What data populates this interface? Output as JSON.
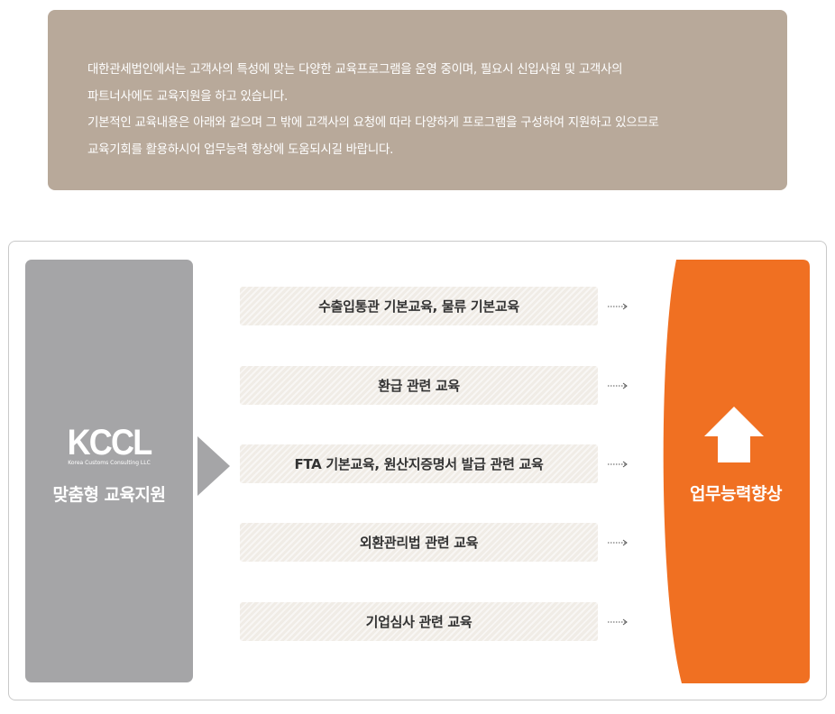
{
  "intro": {
    "lines": [
      "대한관세법인에서는 고객사의 특성에 맞는 다양한 교육프로그램을 운영 중이며, 필요시 신입사원 및 고객사의",
      "파트너사에도 교육지원을 하고 있습니다.",
      "기본적인 교육내용은 아래와 같으며 그 밖에 고객사의 요청에 따라 다양하게 프로그램을 구성하여 지원하고 있으므로",
      "교육기회를 활용하시어 업무능력 향상에 도움되시길 바랍니다."
    ]
  },
  "left": {
    "logo": "KCCL",
    "logo_sub": "Korea Customs Consulting LLC",
    "title": "맞춤형 교육지원"
  },
  "items": [
    {
      "label": "수출입통관 기본교육, 물류 기본교육"
    },
    {
      "label": "환급 관련 교육"
    },
    {
      "label": "FTA 기본교육, 원산지증명서 발급 관련 교육"
    },
    {
      "label": "외환관리법 관련 교육"
    },
    {
      "label": "기업심사 관련 교육"
    }
  ],
  "right": {
    "title": "업무능력향상"
  },
  "colors": {
    "intro_bg": "#b8a99a",
    "left_panel": "#a5a5a7",
    "accent_orange": "#f07022",
    "item_bg": "#f0ece6"
  }
}
